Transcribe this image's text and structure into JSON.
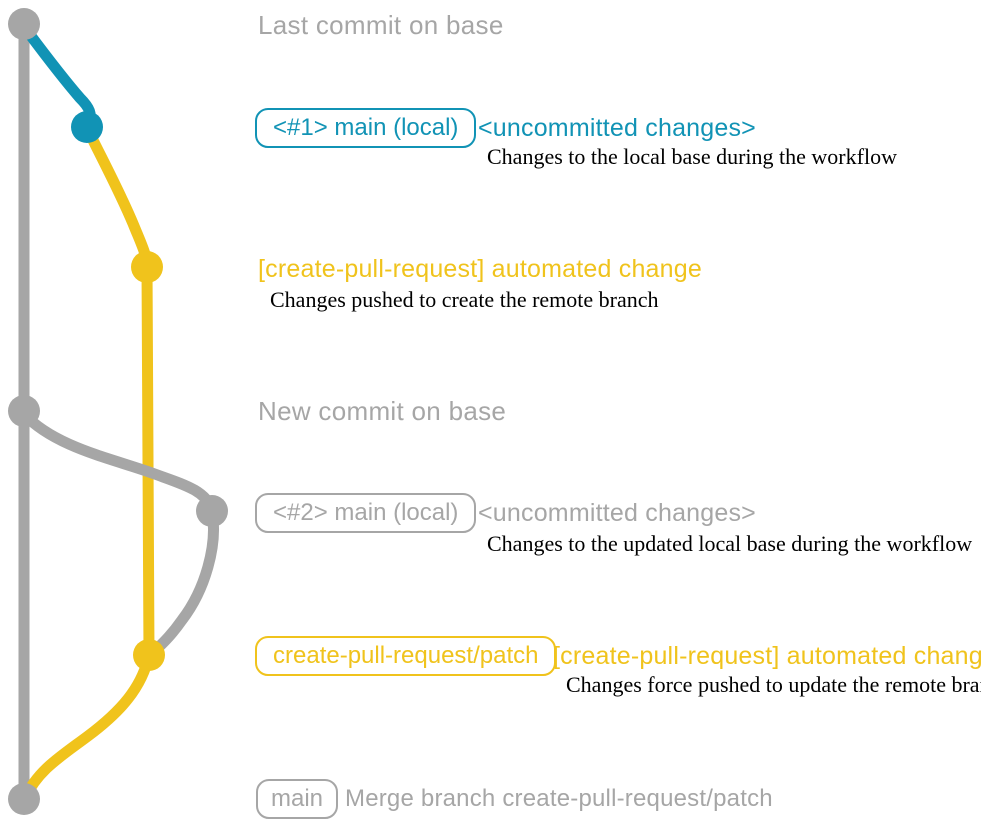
{
  "colors": {
    "bg": "#ffffff",
    "gray": "#a6a6a6",
    "teal": "#1193b5",
    "yellow": "#f0c31c",
    "ink": "#000000"
  },
  "annotations": {
    "row1": {
      "label": "Last commit on base"
    },
    "row2": {
      "badge": "<#1> main (local)",
      "heading": "<uncommitted changes>",
      "note": "Changes to the local base during the workflow"
    },
    "row3": {
      "heading": "[create-pull-request] automated change",
      "note": "Changes pushed to create the remote branch"
    },
    "row4": {
      "label": "New commit on base"
    },
    "row5": {
      "badge": "<#2> main (local)",
      "heading": "<uncommitted changes>",
      "note": "Changes to the updated local base during the workflow"
    },
    "row6": {
      "badge": "create-pull-request/patch",
      "heading": "[create-pull-request] automated change",
      "note": "Changes force pushed to update the remote branch"
    },
    "row7": {
      "badge": "main",
      "heading": "Merge branch create-pull-request/patch"
    }
  }
}
